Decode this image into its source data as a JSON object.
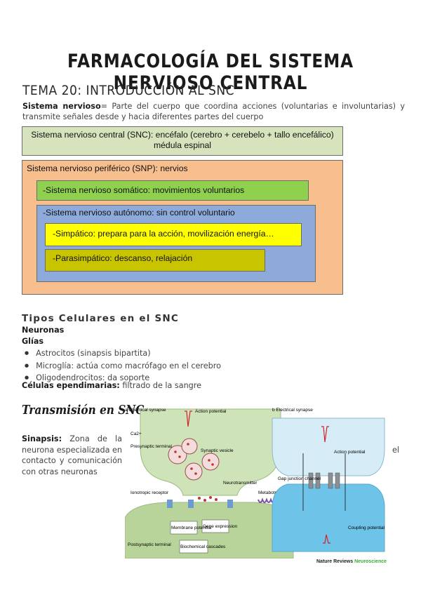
{
  "title": "Farmacología del sistema nervioso central",
  "subtitle": "TEMA 20: INTRODUCCIÓN AL SNC",
  "intro": {
    "term": "Sistema nervioso",
    "text": "= Parte del cuerpo que coordina acciones (voluntarias e involuntarias) y transmite señales desde y hacia diferentes partes del cuerpo"
  },
  "diagram": {
    "snc_line1": "Sistema nervioso central (SNC): encéfalo (cerebro + cerebelo + tallo encefálico)",
    "snc_line2": "médula espinal",
    "snp": "Sistema nervioso periférico (SNP): nervios",
    "somatico": "-Sistema nervioso somático: movimientos voluntarios",
    "autonomo": "-Sistema nervioso autónomo: sin control voluntario",
    "simpatico": "-Simpático: prepara para la acción, movilización energía…",
    "parasimpatico": "-Parasimpático: descanso, relajación",
    "colors": {
      "snc": "#d6e3bc",
      "snp": "#f7be8e",
      "somatico": "#8fd14f",
      "autonomo": "#8eaadb",
      "simpatico": "#ffff00",
      "parasimpatico": "#c9c400"
    }
  },
  "cell_types": {
    "heading": "Tipos Celulares en el SNC",
    "neuronas": "Neuronas",
    "glias": "Glías",
    "bullets": [
      "Astrocitos (sinapsis bipartita)",
      "Microglía: actúa como macrófago en el cerebro",
      "Oligodendrocitos: da soporte"
    ],
    "ependimarias_term": "Células ependimarias:",
    "ependimarias_text": " filtrado de la sangre"
  },
  "transmision": {
    "heading": "Transmisión en SNC",
    "sinapsis_term": "Sinapsis:",
    "sinapsis_text": " Zona de la neurona especializada en contacto y comunicación con otras neuronas",
    "trailing": "el"
  },
  "figure": {
    "a_title": "a  Chemical synapse",
    "b_title": "b  Electrical synapse",
    "labels_a": {
      "action_potential": "Action potential",
      "ca": "Ca2+",
      "presynaptic": "Presynaptic terminal",
      "vesicle": "Synaptic vesicle",
      "neurotransmitter": "Neurotransmitter",
      "ionotropic": "Ionotropic receptor",
      "metabotropic": "Metabotropic receptor",
      "membrane_potential": "Membrane potential",
      "gene": "Gene expression",
      "biochemical": "Biochemical cascades",
      "postsynaptic": "Postsynaptic terminal"
    },
    "labels_b": {
      "action_potential": "Action potential",
      "gap_junction": "Gap junction channel",
      "coupling": "Coupling potential"
    },
    "credit_a": "Nature Reviews",
    "credit_b": "Neuroscience"
  }
}
